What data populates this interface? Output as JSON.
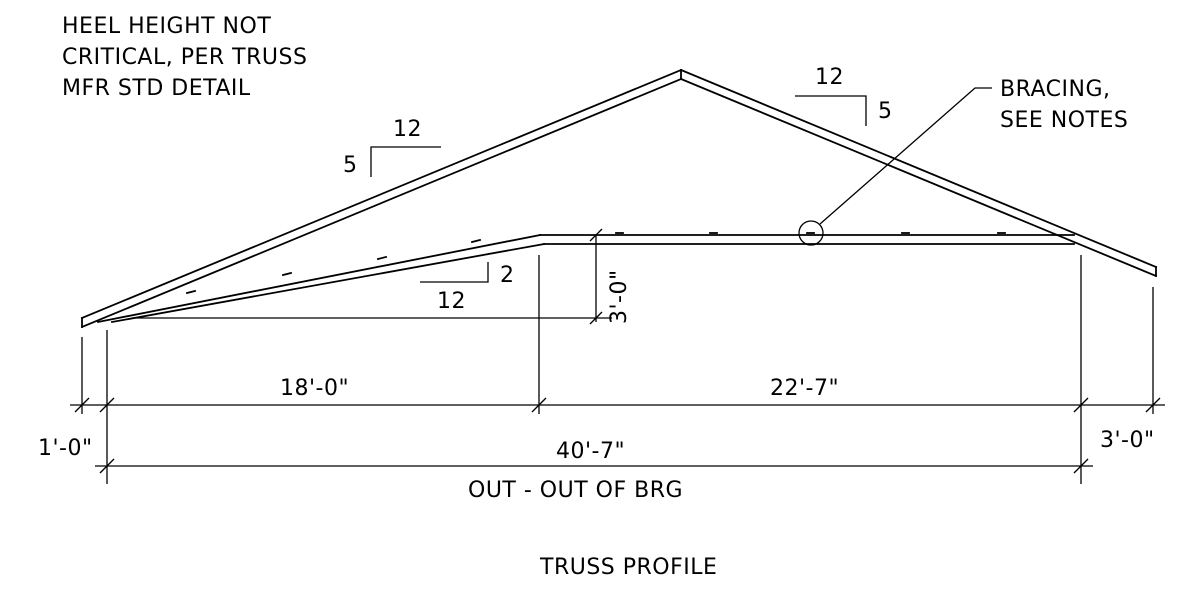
{
  "notes": {
    "heel_line1": "HEEL HEIGHT NOT",
    "heel_line2": "CRITICAL, PER TRUSS",
    "heel_line3": "MFR STD DETAIL",
    "bracing_line1": "BRACING,",
    "bracing_line2": "SEE NOTES"
  },
  "slopes": {
    "left_top_run": "12",
    "left_top_rise": "5",
    "right_top_run": "12",
    "right_top_rise": "5",
    "bottom_run": "12",
    "bottom_rise": "2"
  },
  "dimensions": {
    "heel_drop": "3'-0\"",
    "left_span": "18'-0\"",
    "right_span": "22'-7\"",
    "left_overhang": "1'-0\"",
    "right_overhang": "3'-0\"",
    "total_span": "40'-7\"",
    "total_span_note": "OUT - OUT OF BRG"
  },
  "title": "TRUSS PROFILE"
}
